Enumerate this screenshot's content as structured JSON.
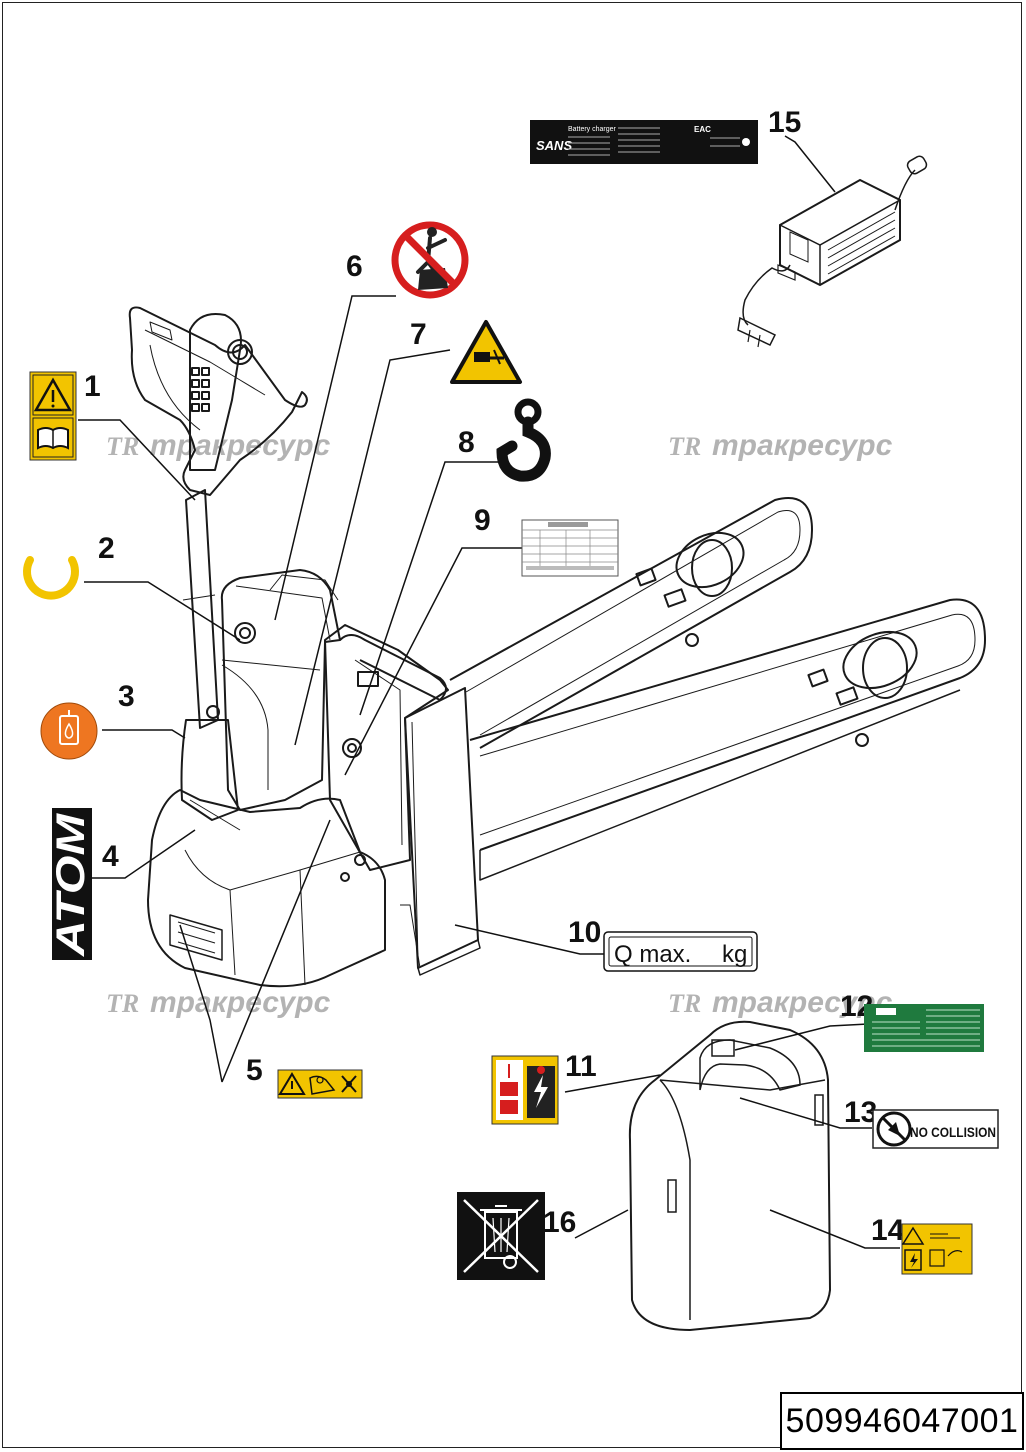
{
  "callouts": [
    "1",
    "2",
    "3",
    "4",
    "5",
    "6",
    "7",
    "8",
    "9",
    "10",
    "11",
    "12",
    "13",
    "14",
    "15",
    "16"
  ],
  "watermark": {
    "logo": "TR",
    "text": "тракресурс"
  },
  "labels": {
    "load_capacity_q": "Q max.",
    "load_capacity_unit": "kg",
    "no_collision": "NO COLLISION",
    "brand_atom": "ATOM",
    "charger_title": "Battery charger",
    "charger_brand": "SANS",
    "charger_mark": "EAC"
  },
  "document_number": "509946047001",
  "colors": {
    "line": "#1a1a1a",
    "warning_yellow": "#f2c400",
    "prohibit_red": "#d61e1e",
    "orange": "#ee7621",
    "green_label": "#1f7a3e",
    "watermark": "#9a9a9a"
  },
  "icons": {
    "label_1": "warning-manual-icon",
    "label_2": "yellow-ring-icon",
    "label_3": "oil-fill-icon",
    "label_5": "warning-strip-icon",
    "label_6": "no-riding-icon",
    "label_7": "crush-warning-icon",
    "label_8": "lifting-hook-icon",
    "label_11": "battery-handling-icon",
    "label_13": "no-collision-icon",
    "label_14": "battery-warning-icon",
    "label_16": "crossed-bin-icon"
  }
}
